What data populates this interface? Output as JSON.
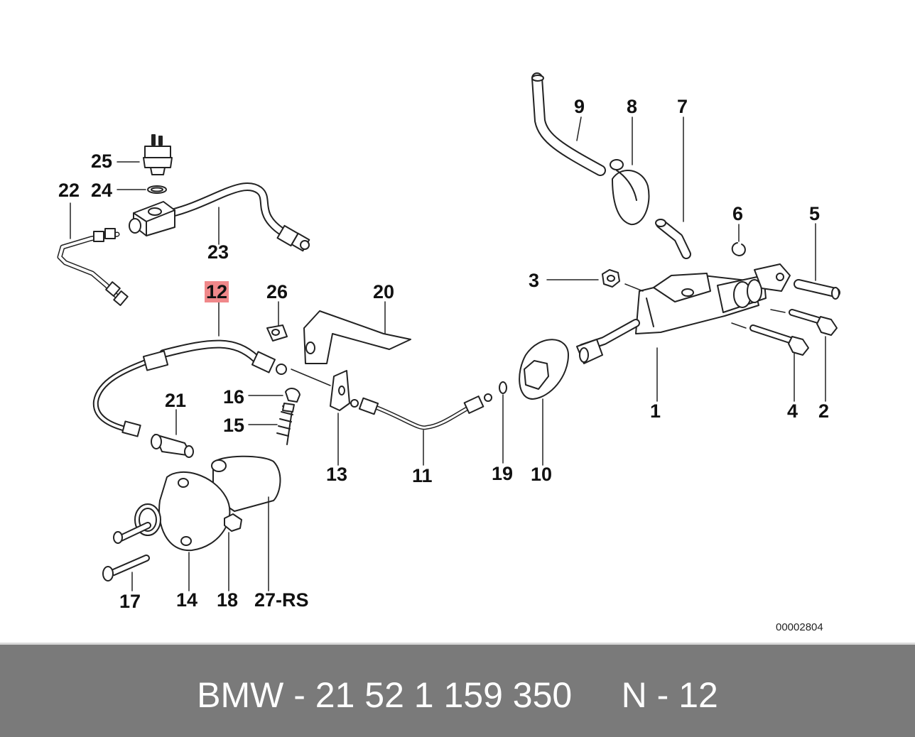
{
  "diagram": {
    "callouts": [
      "1",
      "2",
      "3",
      "4",
      "5",
      "6",
      "7",
      "8",
      "9",
      "10",
      "11",
      "12",
      "13",
      "14",
      "15",
      "16",
      "17",
      "18",
      "19",
      "20",
      "21",
      "22",
      "23",
      "24",
      "25",
      "26",
      "27-RS"
    ],
    "highlighted": "12",
    "highlight_color": "#f0888a",
    "reference_number": "00002804"
  },
  "footer": {
    "brand": "BMW",
    "part_number": "21 52 1 159 350",
    "position": "N - 12",
    "text": "BMW - 21 52 1 159 350     N - 12",
    "background_color": "#7a7a7a",
    "text_color": "#ffffff"
  }
}
